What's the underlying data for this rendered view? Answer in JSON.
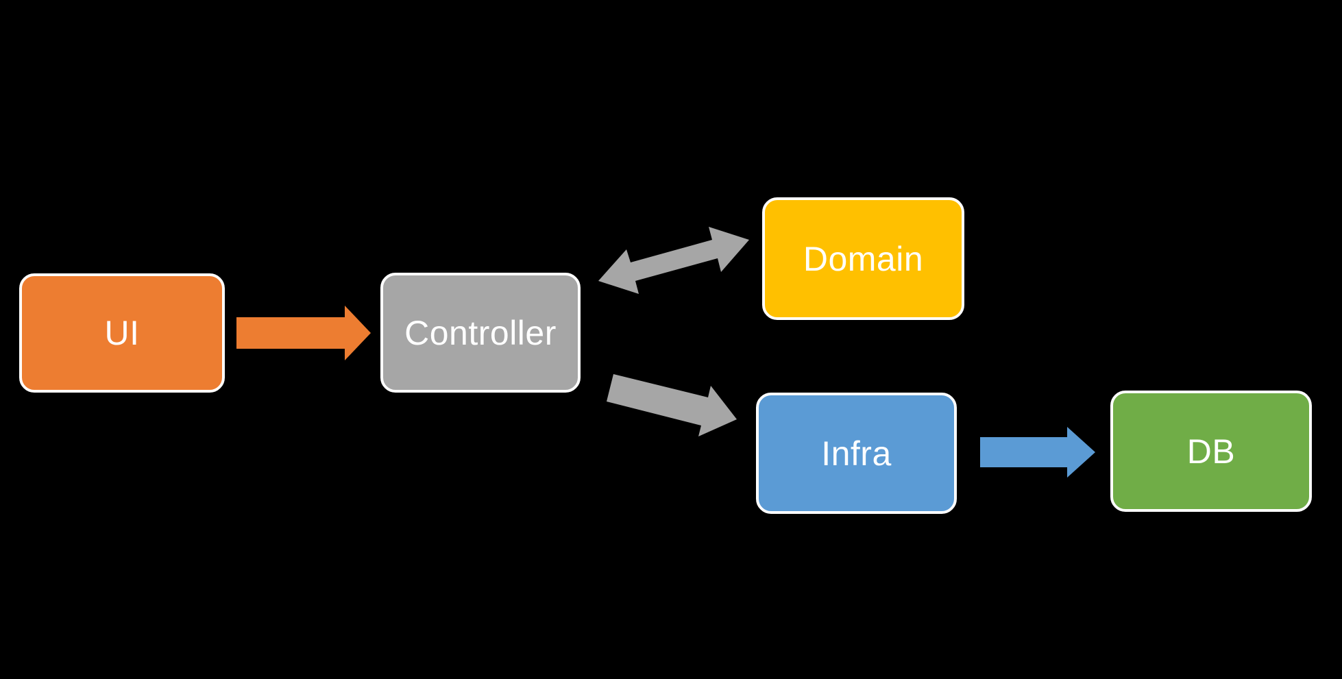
{
  "canvas": {
    "background": "#000000"
  },
  "nodes": [
    {
      "id": "ui",
      "label": "UI",
      "color": "#ED7D31",
      "text_color": "#FFFFFF"
    },
    {
      "id": "controller",
      "label": "Controller",
      "color": "#A6A6A6",
      "text_color": "#FFFFFF"
    },
    {
      "id": "domain",
      "label": "Domain",
      "color": "#FFC000",
      "text_color": "#FFFFFF"
    },
    {
      "id": "infra",
      "label": "Infra",
      "color": "#5B9BD5",
      "text_color": "#FFFFFF"
    },
    {
      "id": "db",
      "label": "DB",
      "color": "#70AD47",
      "text_color": "#FFFFFF"
    }
  ],
  "edges": [
    {
      "from": "ui",
      "to": "controller",
      "direction": "one-way",
      "color": "#ED7D31"
    },
    {
      "from": "controller",
      "to": "domain",
      "direction": "two-way",
      "color": "#A6A6A6"
    },
    {
      "from": "controller",
      "to": "infra",
      "direction": "one-way",
      "color": "#A6A6A6"
    },
    {
      "from": "infra",
      "to": "db",
      "direction": "one-way",
      "color": "#5B9BD5"
    }
  ]
}
